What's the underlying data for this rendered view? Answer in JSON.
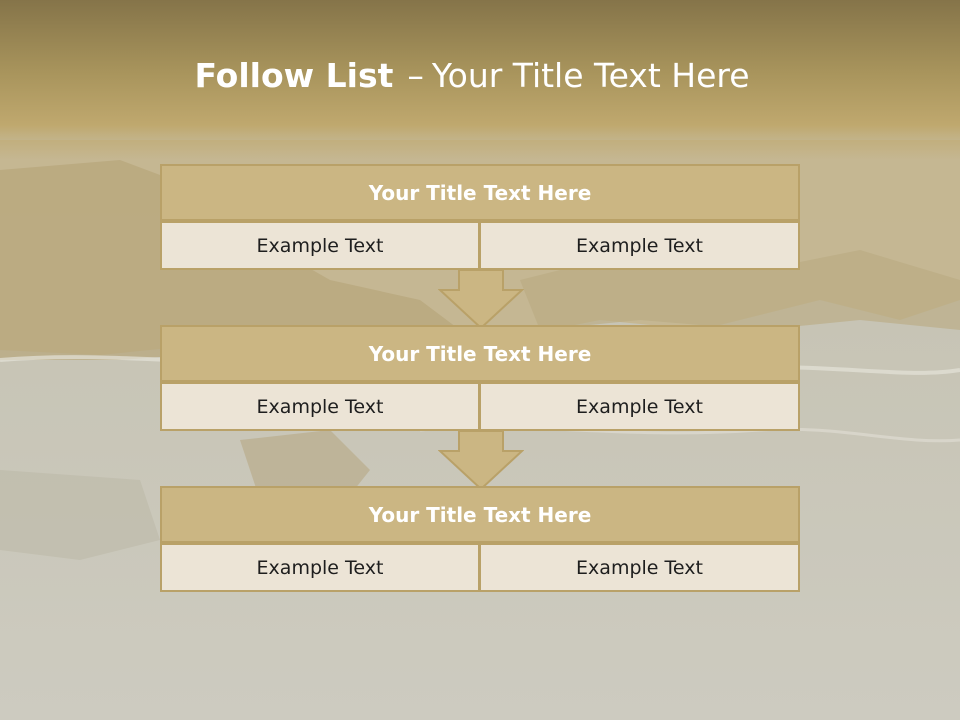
{
  "slide": {
    "title_bold": "Follow List",
    "title_dash": "–",
    "title_rest": "Your Title Text Here"
  },
  "blocks": [
    {
      "title": "Your Title Text Here",
      "left": "Example Text",
      "right": "Example Text"
    },
    {
      "title": "Your Title Text Here",
      "left": "Example Text",
      "right": "Example Text"
    },
    {
      "title": "Your Title Text Here",
      "left": "Example Text",
      "right": "Example Text"
    }
  ],
  "colors": {
    "header_fill": "#cbb683",
    "border": "#b9a168",
    "cell_fill": "#ece4d6",
    "title_band": "#a8945c"
  },
  "icons": [
    "down-arrow-icon"
  ]
}
